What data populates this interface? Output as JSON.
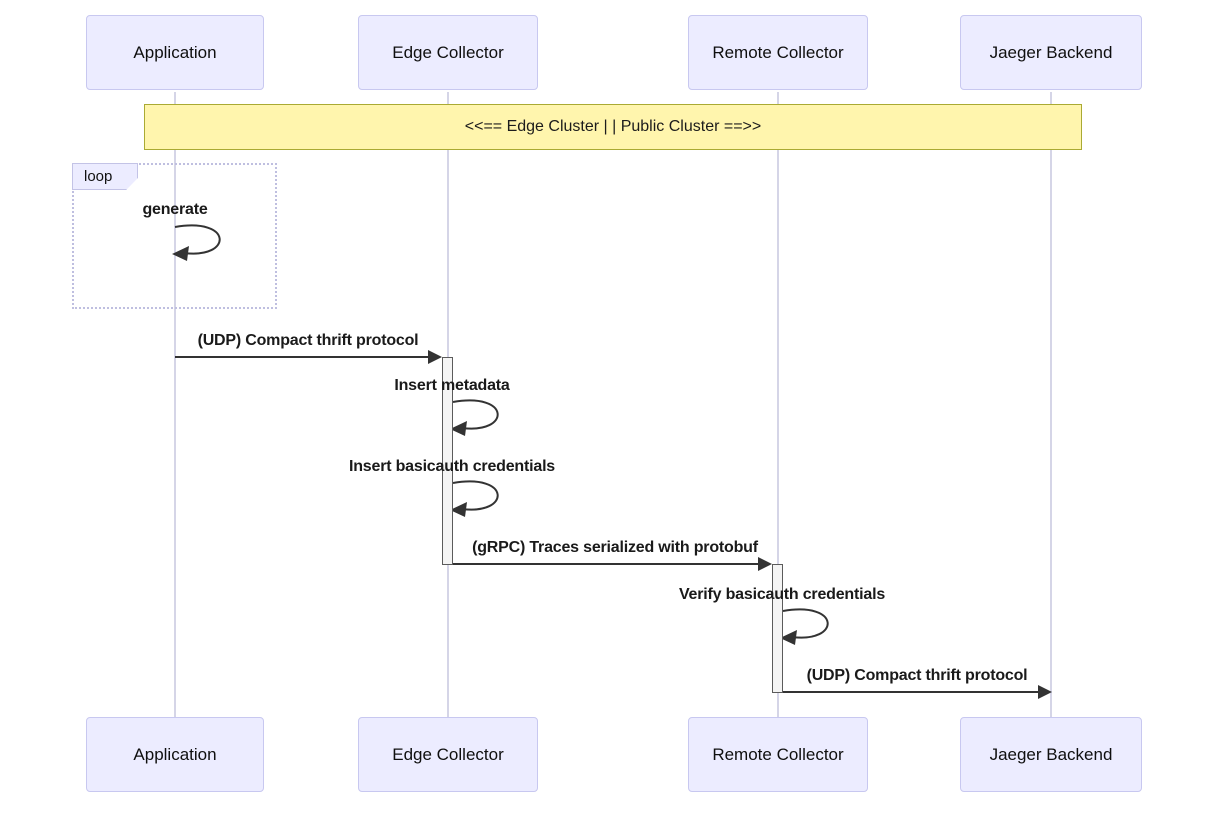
{
  "diagram_type": "sequence-diagram",
  "participants": [
    {
      "name": "Application"
    },
    {
      "name": "Edge Collector"
    },
    {
      "name": "Remote Collector"
    },
    {
      "name": "Jaeger Backend"
    }
  ],
  "note": {
    "text": "<<== Edge Cluster | | Public Cluster ==>>"
  },
  "loop_block": {
    "label": "loop"
  },
  "messages": [
    {
      "from": "Application",
      "to": "Application",
      "kind": "self",
      "label": "generate"
    },
    {
      "from": "Application",
      "to": "Edge Collector",
      "kind": "solid-arrow",
      "label": "(UDP) Compact thrift protocol"
    },
    {
      "from": "Edge Collector",
      "to": "Edge Collector",
      "kind": "self",
      "label": "Insert metadata"
    },
    {
      "from": "Edge Collector",
      "to": "Edge Collector",
      "kind": "self",
      "label": "Insert basicauth credentials"
    },
    {
      "from": "Edge Collector",
      "to": "Remote Collector",
      "kind": "solid-arrow",
      "label": "(gRPC) Traces serialized with protobuf"
    },
    {
      "from": "Remote Collector",
      "to": "Remote Collector",
      "kind": "self",
      "label": "Verify basicauth credentials"
    },
    {
      "from": "Remote Collector",
      "to": "Jaeger Backend",
      "kind": "solid-arrow",
      "label": "(UDP) Compact thrift protocol"
    }
  ],
  "colors": {
    "background": "#FFFFFF",
    "actor_fill": "#ECECFF",
    "actor_border": "#C8C8F0",
    "note_fill": "#FFF5AD",
    "note_border": "#AAAA33",
    "lifeline": "#D5D5E7",
    "activation_fill": "#F4F4F4",
    "activation_border": "#5B5B5B",
    "loop_border": "#BFBFE0",
    "arrow": "#333333"
  }
}
